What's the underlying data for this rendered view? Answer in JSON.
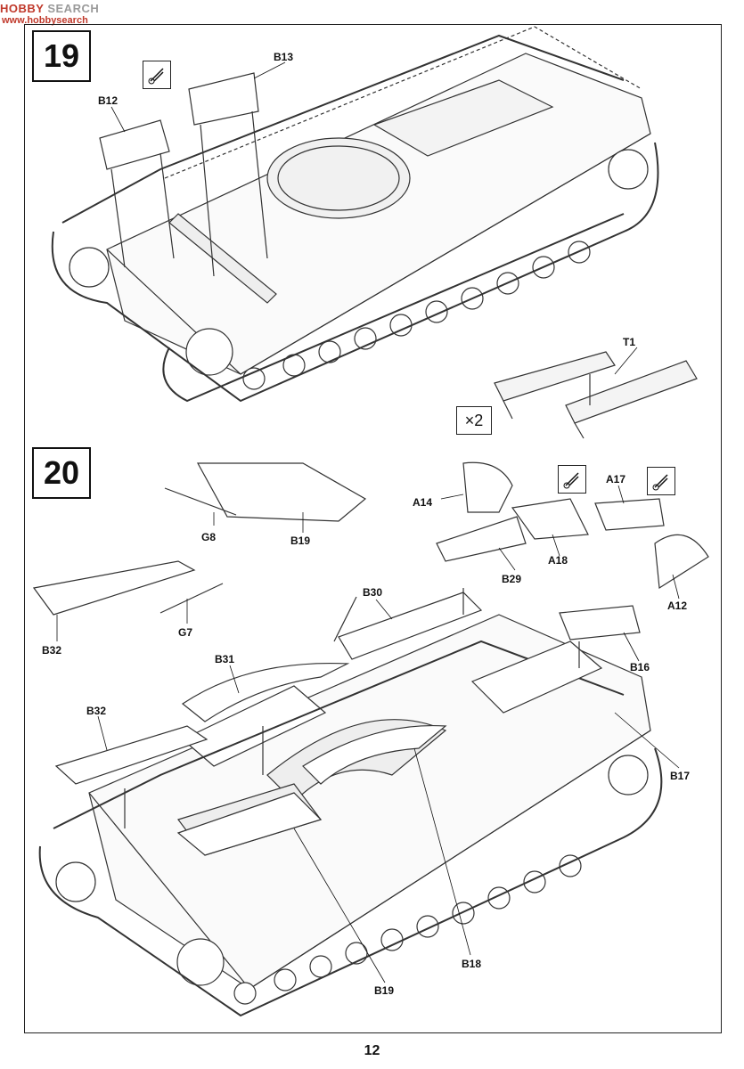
{
  "watermark": {
    "brand_left": "HOBBY",
    "brand_right": "SEARCH",
    "subdomain": "www.hobbysearch"
  },
  "page_number": "12",
  "steps": [
    {
      "number": "19",
      "parts": [
        "B12",
        "B13",
        "T1"
      ],
      "quantity": "×2"
    },
    {
      "number": "20",
      "parts": [
        "A14",
        "A17",
        "A18",
        "B29",
        "A12",
        "G8",
        "B19",
        "B30",
        "G7",
        "B32",
        "B16",
        "B31",
        "B32",
        "B17",
        "B18",
        "B19"
      ]
    }
  ],
  "icons": [
    "cutter-icon",
    "cutter-icon",
    "cutter-icon"
  ]
}
